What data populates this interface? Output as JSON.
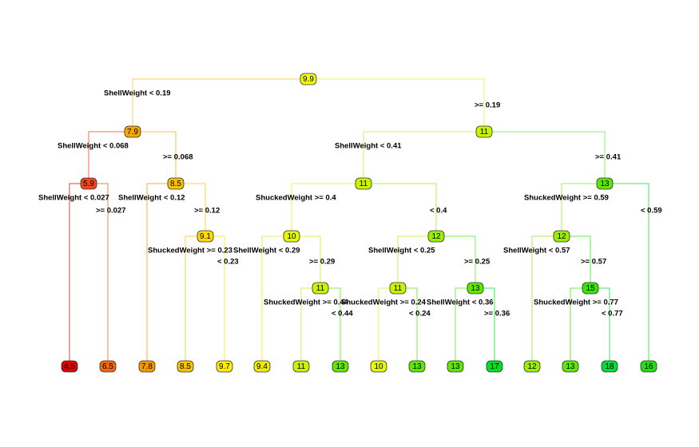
{
  "tree": {
    "nodes": [
      {
        "id": "root",
        "label": "9.9",
        "color": "#f0ff00"
      },
      {
        "id": "n_L",
        "label": "7.9",
        "color": "#f5a800"
      },
      {
        "id": "n_LL",
        "label": "5.9",
        "color": "#f04a1a"
      },
      {
        "id": "leaf_1",
        "label": "4.5",
        "color": "#e00000"
      },
      {
        "id": "leaf_2",
        "label": "6.5",
        "color": "#ee6a10"
      },
      {
        "id": "n_LR",
        "label": "8.5",
        "color": "#f5c300"
      },
      {
        "id": "leaf_3",
        "label": "7.8",
        "color": "#f59800"
      },
      {
        "id": "n_LRR",
        "label": "9.1",
        "color": "#ffdc00"
      },
      {
        "id": "leaf_4",
        "label": "8.5",
        "color": "#f5c300"
      },
      {
        "id": "leaf_5",
        "label": "9.7",
        "color": "#ffee00"
      },
      {
        "id": "n_R",
        "label": "11",
        "color": "#c8f400"
      },
      {
        "id": "n_RL",
        "label": "11",
        "color": "#c8f400"
      },
      {
        "id": "n_RLL",
        "label": "10",
        "color": "#e6f800"
      },
      {
        "id": "leaf_6",
        "label": "9.4",
        "color": "#f0ec00"
      },
      {
        "id": "n_RLLR",
        "label": "11",
        "color": "#c8f400"
      },
      {
        "id": "leaf_7",
        "label": "11",
        "color": "#c8f400"
      },
      {
        "id": "leaf_8",
        "label": "13",
        "color": "#5ee800"
      },
      {
        "id": "n_RLR",
        "label": "12",
        "color": "#9cee00"
      },
      {
        "id": "n_RLRL",
        "label": "11",
        "color": "#c8f400"
      },
      {
        "id": "leaf_9",
        "label": "10",
        "color": "#e6f800"
      },
      {
        "id": "leaf_10",
        "label": "13",
        "color": "#5ee800"
      },
      {
        "id": "n_RLRR",
        "label": "13",
        "color": "#5ee800"
      },
      {
        "id": "leaf_11",
        "label": "13",
        "color": "#5ee800"
      },
      {
        "id": "leaf_12",
        "label": "17",
        "color": "#00e020"
      },
      {
        "id": "n_RR",
        "label": "13",
        "color": "#5ee800"
      },
      {
        "id": "n_RRL",
        "label": "12",
        "color": "#9cee00"
      },
      {
        "id": "leaf_13",
        "label": "12",
        "color": "#9cee00"
      },
      {
        "id": "n_RRLR",
        "label": "15",
        "color": "#38e400"
      },
      {
        "id": "leaf_14",
        "label": "13",
        "color": "#5ee800"
      },
      {
        "id": "leaf_15",
        "label": "18",
        "color": "#00dc3a"
      },
      {
        "id": "leaf_16",
        "label": "16",
        "color": "#20e010"
      }
    ],
    "splits": [
      {
        "id": "s1",
        "text": "ShellWeight < 0.19"
      },
      {
        "id": "s2",
        "text": ">= 0.19"
      },
      {
        "id": "s3",
        "text": "ShellWeight < 0.068"
      },
      {
        "id": "s4",
        "text": ">= 0.068"
      },
      {
        "id": "s5",
        "text": "ShellWeight < 0.027"
      },
      {
        "id": "s6",
        "text": ">= 0.027"
      },
      {
        "id": "s7",
        "text": "ShellWeight < 0.12"
      },
      {
        "id": "s8",
        "text": ">= 0.12"
      },
      {
        "id": "s9",
        "text": "ShuckedWeight >= 0.23"
      },
      {
        "id": "s10",
        "text": "< 0.23"
      },
      {
        "id": "s11",
        "text": "ShellWeight < 0.41"
      },
      {
        "id": "s12",
        "text": ">= 0.41"
      },
      {
        "id": "s13",
        "text": "ShuckedWeight >= 0.4"
      },
      {
        "id": "s14",
        "text": "< 0.4"
      },
      {
        "id": "s15",
        "text": "ShellWeight < 0.29"
      },
      {
        "id": "s16",
        "text": ">= 0.29"
      },
      {
        "id": "s17",
        "text": "ShuckedWeight >= 0.44"
      },
      {
        "id": "s18",
        "text": "< 0.44"
      },
      {
        "id": "s19",
        "text": "ShellWeight < 0.25"
      },
      {
        "id": "s20",
        "text": ">= 0.25"
      },
      {
        "id": "s21",
        "text": "ShuckedWeight >= 0.24"
      },
      {
        "id": "s22",
        "text": "< 0.24"
      },
      {
        "id": "s23",
        "text": "ShellWeight < 0.36"
      },
      {
        "id": "s24",
        "text": ">= 0.36"
      },
      {
        "id": "s25",
        "text": "ShuckedWeight >= 0.59"
      },
      {
        "id": "s26",
        "text": "< 0.59"
      },
      {
        "id": "s27",
        "text": "ShellWeight < 0.57"
      },
      {
        "id": "s28",
        "text": ">= 0.57"
      },
      {
        "id": "s29",
        "text": "ShuckedWeight >= 0.77"
      },
      {
        "id": "s30",
        "text": "< 0.77"
      }
    ],
    "edges": [
      {
        "parent": "root",
        "child": "n_L",
        "color": "#f8d060"
      },
      {
        "parent": "root",
        "child": "n_R",
        "color": "#e8f070"
      },
      {
        "parent": "n_L",
        "child": "n_LL",
        "color": "#f07050"
      },
      {
        "parent": "n_L",
        "child": "n_LR",
        "color": "#f8c050"
      },
      {
        "parent": "n_LL",
        "child": "leaf_1",
        "color": "#e84040"
      },
      {
        "parent": "n_LL",
        "child": "leaf_2",
        "color": "#f08050"
      },
      {
        "parent": "n_LR",
        "child": "leaf_3",
        "color": "#f0b040"
      },
      {
        "parent": "n_LR",
        "child": "n_LRR",
        "color": "#f8d840"
      },
      {
        "parent": "n_LRR",
        "child": "leaf_4",
        "color": "#f8d040"
      },
      {
        "parent": "n_LRR",
        "child": "leaf_5",
        "color": "#f8e850"
      },
      {
        "parent": "n_R",
        "child": "n_RL",
        "color": "#d0f060"
      },
      {
        "parent": "n_R",
        "child": "n_RR",
        "color": "#90e870"
      },
      {
        "parent": "n_RL",
        "child": "n_RLL",
        "color": "#e8f050"
      },
      {
        "parent": "n_RL",
        "child": "n_RLR",
        "color": "#b8ec50"
      },
      {
        "parent": "n_RLL",
        "child": "leaf_6",
        "color": "#f0e850"
      },
      {
        "parent": "n_RLL",
        "child": "n_RLLR",
        "color": "#d8f050"
      },
      {
        "parent": "n_RLLR",
        "child": "leaf_7",
        "color": "#d0f050"
      },
      {
        "parent": "n_RLLR",
        "child": "leaf_8",
        "color": "#80e850"
      },
      {
        "parent": "n_RLR",
        "child": "n_RLRL",
        "color": "#c8f050"
      },
      {
        "parent": "n_RLR",
        "child": "n_RLRR",
        "color": "#80e850"
      },
      {
        "parent": "n_RLRL",
        "child": "leaf_9",
        "color": "#e8f050"
      },
      {
        "parent": "n_RLRL",
        "child": "leaf_10",
        "color": "#80e850"
      },
      {
        "parent": "n_RLRR",
        "child": "leaf_11",
        "color": "#80e850"
      },
      {
        "parent": "n_RLRR",
        "child": "leaf_12",
        "color": "#40e060"
      },
      {
        "parent": "n_RR",
        "child": "n_RRL",
        "color": "#a8ec50"
      },
      {
        "parent": "n_RR",
        "child": "leaf_16",
        "color": "#50e060"
      },
      {
        "parent": "n_RRL",
        "child": "leaf_13",
        "color": "#a8ec50"
      },
      {
        "parent": "n_RRL",
        "child": "n_RRLR",
        "color": "#60e850"
      },
      {
        "parent": "n_RRLR",
        "child": "leaf_14",
        "color": "#70e850"
      },
      {
        "parent": "n_RRLR",
        "child": "leaf_15",
        "color": "#40e070"
      }
    ]
  }
}
